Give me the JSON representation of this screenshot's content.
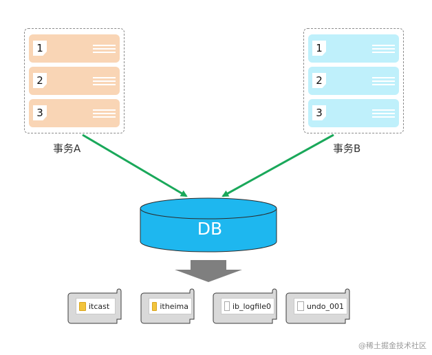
{
  "transactions": [
    {
      "label": "事务A",
      "rows": [
        "1",
        "2",
        "3"
      ],
      "color": "#f9d5b5"
    },
    {
      "label": "事务B",
      "rows": [
        "1",
        "2",
        "3"
      ],
      "color": "#bff0fb"
    }
  ],
  "database": {
    "label": "DB",
    "color": "#1eb7ef"
  },
  "files": [
    {
      "name": "itcast",
      "icon": "folder-icon"
    },
    {
      "name": "itheima",
      "icon": "folder-icon"
    },
    {
      "name": "ib_logfile0",
      "icon": "document-icon"
    },
    {
      "name": "undo_001",
      "icon": "document-icon"
    }
  ],
  "watermark": "@稀土掘金技术社区",
  "colors": {
    "arrow": "#1aa85a",
    "down_arrow": "#7f7f7f",
    "scroll": "#d9d9d9"
  }
}
